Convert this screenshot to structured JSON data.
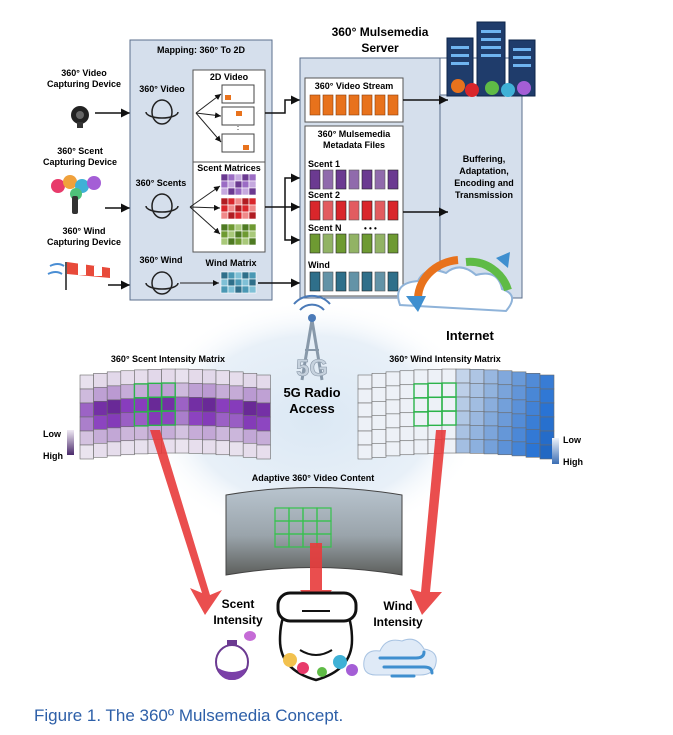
{
  "figure": {
    "caption": "Figure 1. The 360º Mulsemedia Concept."
  },
  "devices": {
    "video_label_1": "360° Video",
    "video_label_2": "Capturing Device",
    "scent_label_1": "360° Scent",
    "scent_label_2": "Capturing Device",
    "wind_label_1": "360° Wind",
    "wind_label_2": "Capturing Device"
  },
  "mapping": {
    "title": "Mapping: 360° To 2D",
    "video_row": "360° Video",
    "video_target": "2D Video",
    "scents_row": "360° Scents",
    "scents_target": "Scent Matrices",
    "wind_row": "360° Wind",
    "wind_target": "Wind Matrix"
  },
  "server": {
    "title_1": "360° Mulsemedia",
    "title_2": "Server",
    "video_stream": "360° Video Stream",
    "metadata_1": "360° Mulsemedia",
    "metadata_2": "Metadata Files",
    "scent_1": "Scent 1",
    "scent_2": "Scent 2",
    "scent_n": "Scent N",
    "ellipsis": "• • •",
    "wind": "Wind",
    "processing_1": "Buffering,",
    "processing_2": "Adaptation,",
    "processing_3": "Encoding and",
    "processing_4": "Transmission"
  },
  "network": {
    "internet": "Internet",
    "radio_1": "5G Radio",
    "radio_2": "Access",
    "badge": "5G"
  },
  "client": {
    "scent_matrix_title": "360° Scent Intensity Matrix",
    "wind_matrix_title": "360° Wind Intensity Matrix",
    "video_content_title": "Adaptive 360° Video Content",
    "low": "Low",
    "high": "High",
    "scent_intensity_1": "Scent",
    "scent_intensity_2": "Intensity",
    "wind_intensity_1": "Wind",
    "wind_intensity_2": "Intensity"
  },
  "colors": {
    "panel": "#d5dfec",
    "panel_border": "#5b6f8c",
    "video_orange": "#e8721c",
    "scent1_purple": "#6b3a91",
    "scent2_red": "#d9262b",
    "scentN_green": "#6e9a32",
    "wind_teal": "#2f6f8a",
    "arrow_red": "#e83b3b",
    "caption_blue": "#2d5fa8"
  }
}
